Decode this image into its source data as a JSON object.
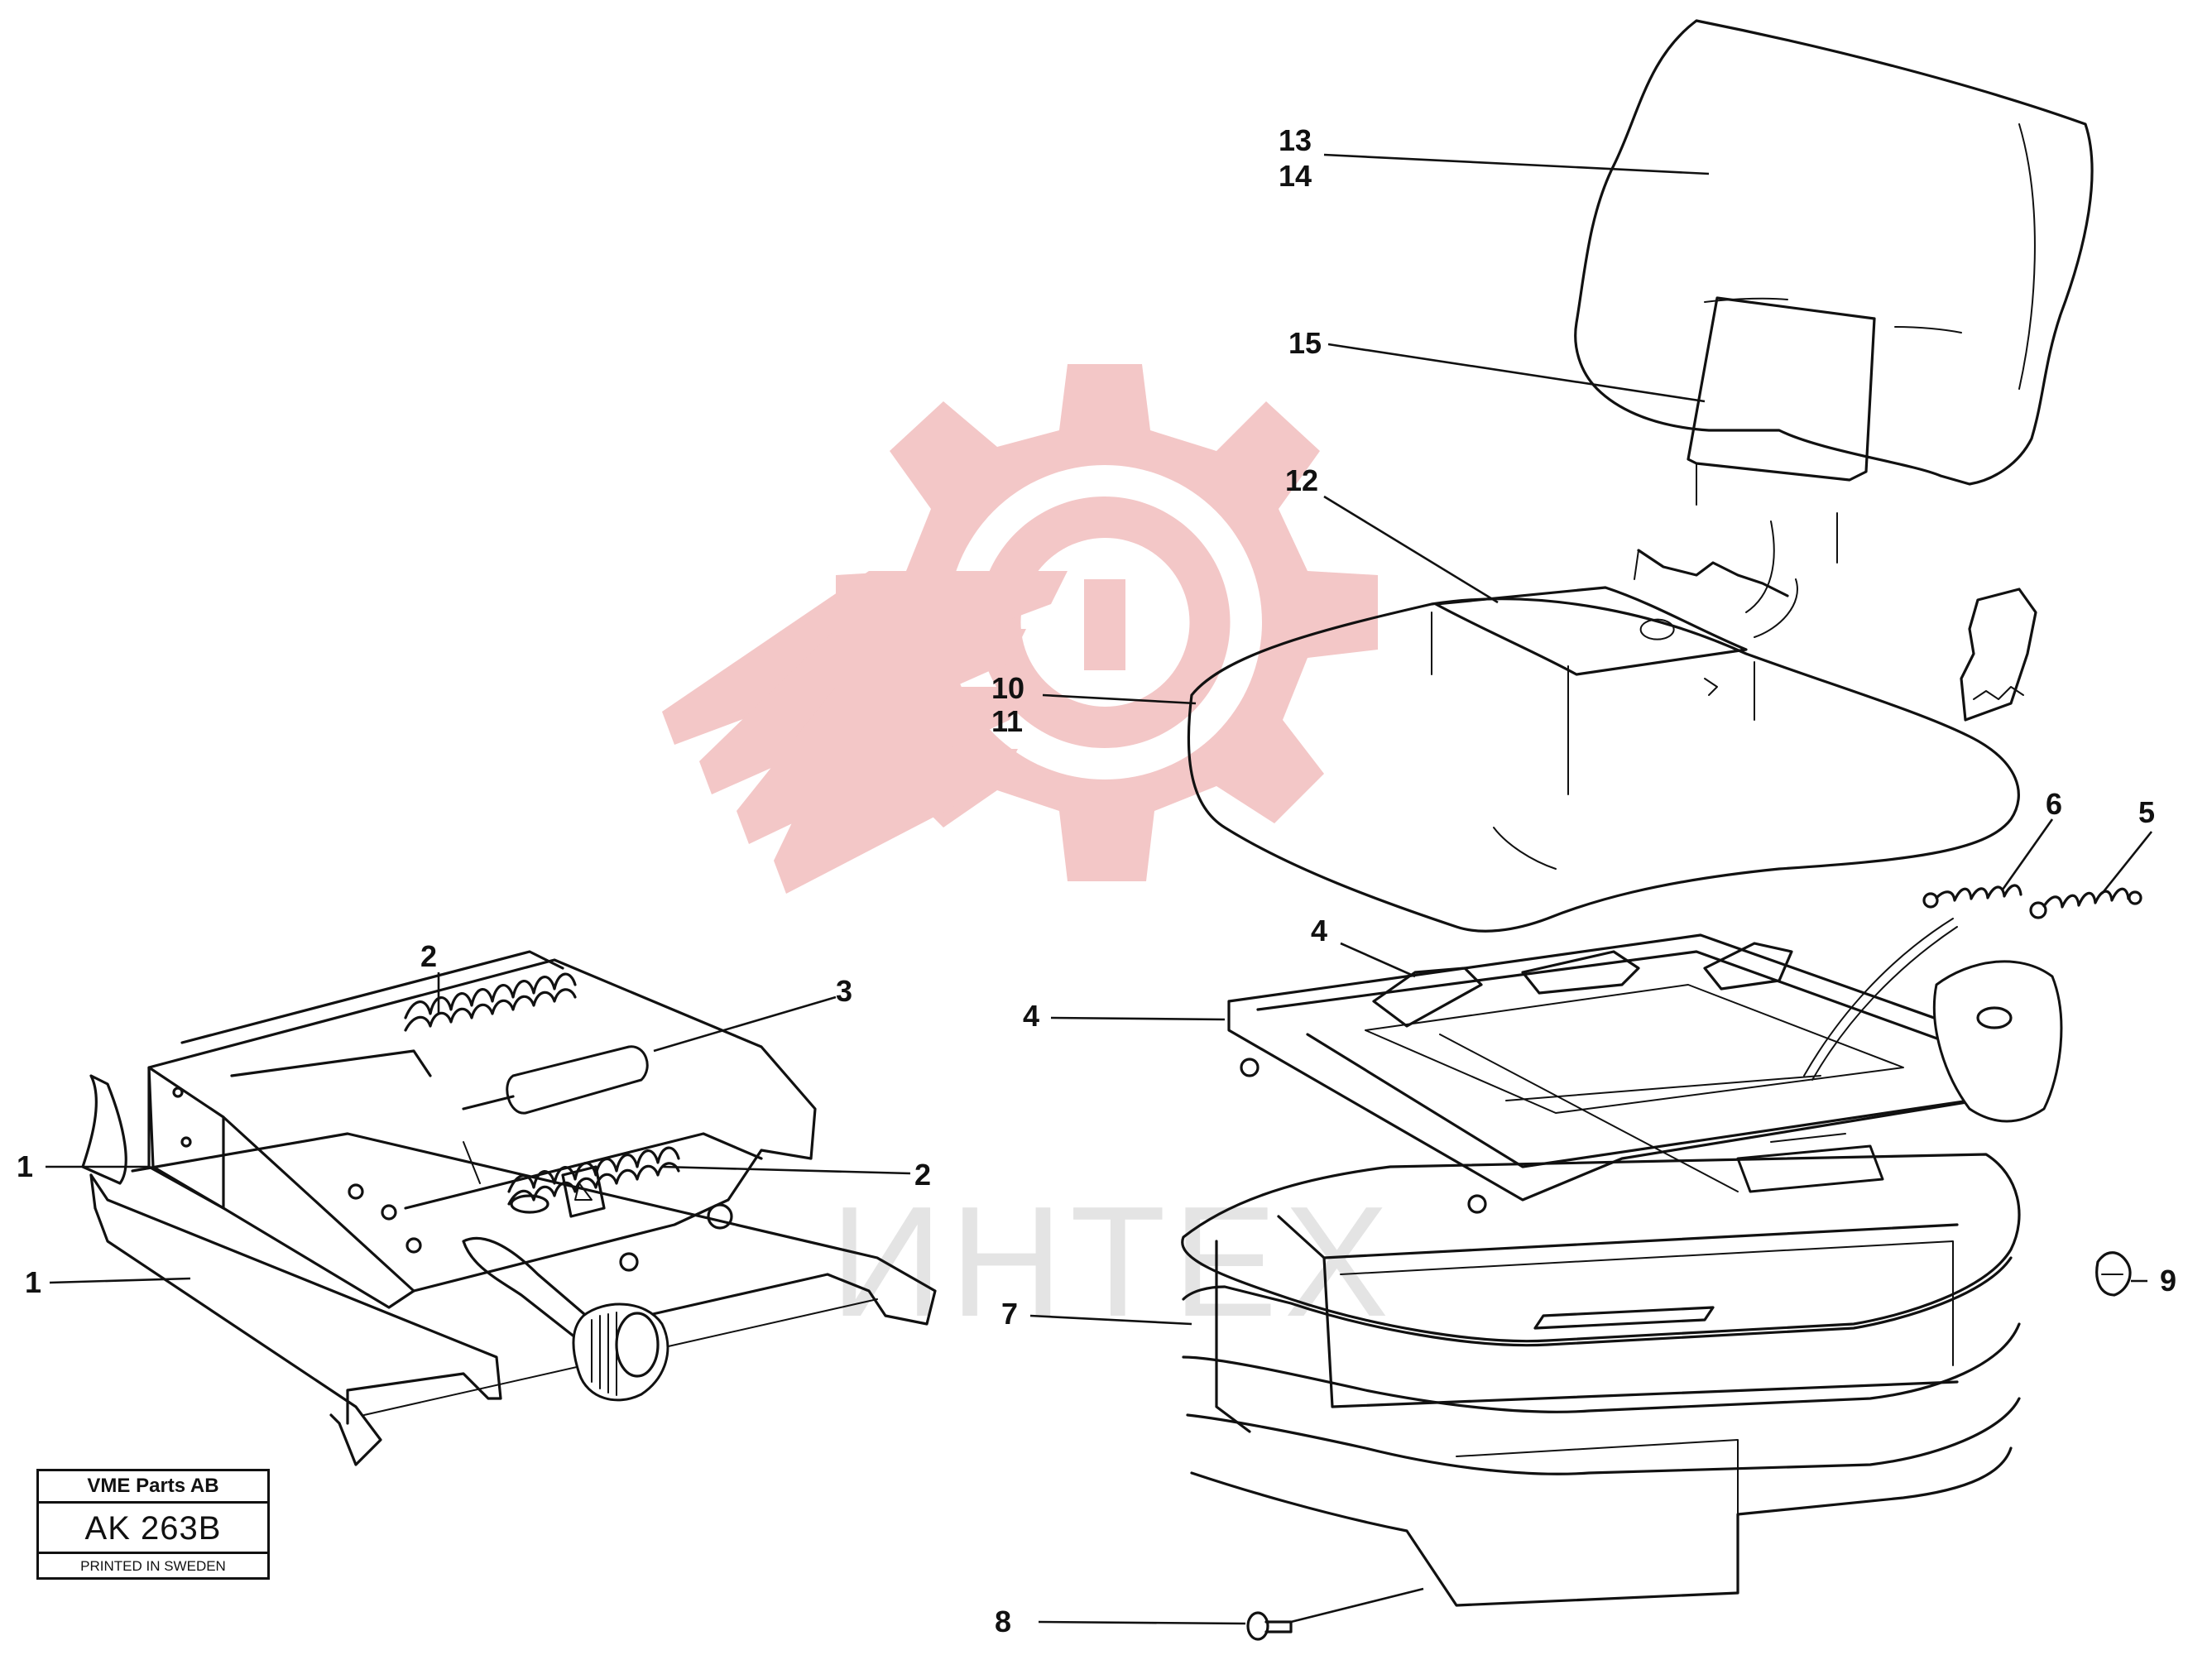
{
  "diagram": {
    "callouts": [
      {
        "id": "c13",
        "text": "13"
      },
      {
        "id": "c14",
        "text": "14"
      },
      {
        "id": "c15",
        "text": "15"
      },
      {
        "id": "c12",
        "text": "12"
      },
      {
        "id": "c10",
        "text": "10"
      },
      {
        "id": "c11",
        "text": "11"
      },
      {
        "id": "c6",
        "text": "6"
      },
      {
        "id": "c5",
        "text": "5"
      },
      {
        "id": "c4a",
        "text": "4"
      },
      {
        "id": "c4b",
        "text": "4"
      },
      {
        "id": "c2a",
        "text": "2"
      },
      {
        "id": "c3",
        "text": "3"
      },
      {
        "id": "c2b",
        "text": "2"
      },
      {
        "id": "c1a",
        "text": "1"
      },
      {
        "id": "c1b",
        "text": "1"
      },
      {
        "id": "c7",
        "text": "7"
      },
      {
        "id": "c9",
        "text": "9"
      },
      {
        "id": "c8",
        "text": "8"
      }
    ],
    "watermark_text": "ИНТЕХ",
    "watermark_color": "#f2c4c4",
    "watermark_text_color": "#e6e6e6"
  },
  "stamp": {
    "company": "VME Parts AB",
    "code": "AK 263B",
    "footer": "PRINTED IN SWEDEN"
  }
}
